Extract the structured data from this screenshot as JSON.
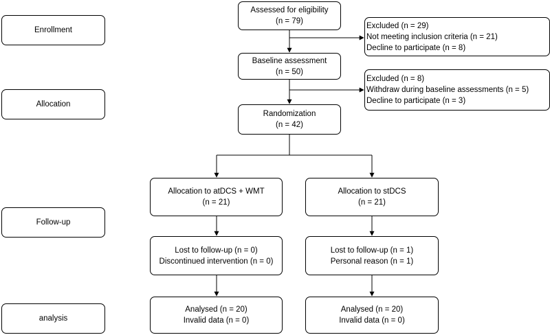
{
  "stages": {
    "enrollment": "Enrollment",
    "allocation": "Allocation",
    "followup": "Follow-up",
    "analysis": "analysis"
  },
  "assessed": {
    "line1": "Assessed for eligibility",
    "line2": "(n = 79)"
  },
  "excluded1": {
    "line1": "Excluded (n = 29)",
    "line2": "Not meeting inclusion criteria (n = 21)",
    "line3": "Decline to participate (n = 8)"
  },
  "baseline": {
    "line1": "Baseline assessment",
    "line2": "(n = 50)"
  },
  "excluded2": {
    "line1": "Excluded (n = 8)",
    "line2": "Withdraw during baseline assessments (n = 5)",
    "line3": "Decline to participate (n = 3)"
  },
  "randomization": {
    "line1": "Randomization",
    "line2": "(n = 42)"
  },
  "alloc_a": {
    "line1": "Allocation to atDCS + WMT",
    "line2": "(n = 21)"
  },
  "alloc_b": {
    "line1": "Allocation to stDCS",
    "line2": "(n = 21)"
  },
  "lost_a": {
    "line1": "Lost to follow-up (n = 0)",
    "line2": "Discontinued intervention (n = 0)"
  },
  "lost_b": {
    "line1": "Lost to follow-up (n = 1)",
    "line2": "Personal reason (n = 1)"
  },
  "analysed_a": {
    "line1": "Analysed (n = 20)",
    "line2": "Invalid data (n = 0)"
  },
  "analysed_b": {
    "line1": "Analysed (n = 20)",
    "line2": "Invalid data (n = 0)"
  }
}
